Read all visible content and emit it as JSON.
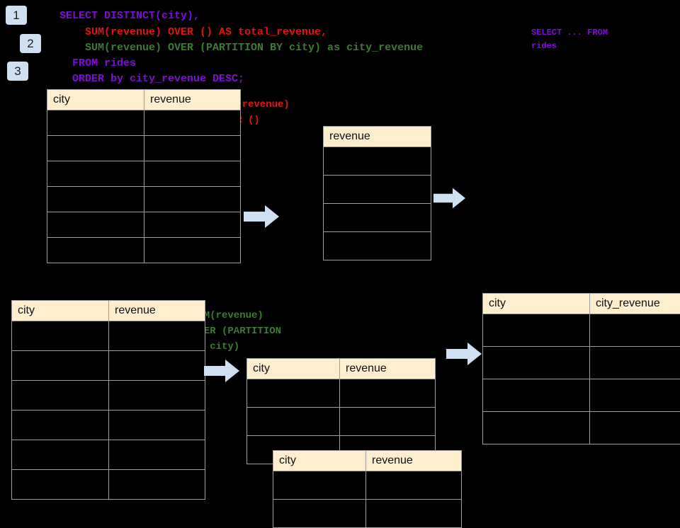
{
  "slide": {
    "background": "#000000",
    "header_fill": "#fdeecd",
    "badge_fill": "#cfe0f2",
    "arrow_fill": "#cfe0f2",
    "border_color": "#9d9d9d",
    "colors": {
      "purple": "#7d0fd4",
      "red": "#e8120c",
      "green": "#3f7a32"
    }
  },
  "badges": [
    {
      "label": "1"
    },
    {
      "label": "2"
    },
    {
      "label": "3"
    }
  ],
  "sql": {
    "lines": [
      {
        "text": "SELECT DISTINCT(city),",
        "color": "purple"
      },
      {
        "text": "    SUM(revenue) OVER () AS total_revenue,",
        "color": "red"
      },
      {
        "text": "    SUM(revenue) OVER (PARTITION BY city) as city_revenue",
        "color": "green"
      },
      {
        "text": "  FROM rides",
        "color": "purple"
      },
      {
        "text": "  ORDER by city_revenue DESC;",
        "color": "purple"
      }
    ]
  },
  "labels": {
    "select_from": "SELECT ... FROM\nrides",
    "annot_total": "SUM(revenue)\nOVER ()",
    "annot_partition": "SUM(revenue)\nOVER (PARTITION\nBY city)"
  },
  "tables": {
    "source_top": {
      "headers": [
        "city",
        "revenue"
      ],
      "body_rows": 6
    },
    "total_revenue": {
      "headers": [
        "revenue"
      ],
      "body_rows": 4
    },
    "source_bottom": {
      "headers": [
        "city",
        "revenue"
      ],
      "body_rows": 6
    },
    "partition_back": {
      "headers": [
        "city",
        "revenue"
      ],
      "body_rows": 3
    },
    "partition_front": {
      "headers": [
        "city",
        "revenue"
      ],
      "body_rows": 2
    },
    "result": {
      "headers": [
        "city",
        "city_revenue"
      ],
      "body_rows": 4
    }
  },
  "arrows": [
    {
      "name": "arrow-source-to-total"
    },
    {
      "name": "arrow-total-to-result"
    },
    {
      "name": "arrow-source-to-partition"
    },
    {
      "name": "arrow-partition-to-result"
    }
  ]
}
